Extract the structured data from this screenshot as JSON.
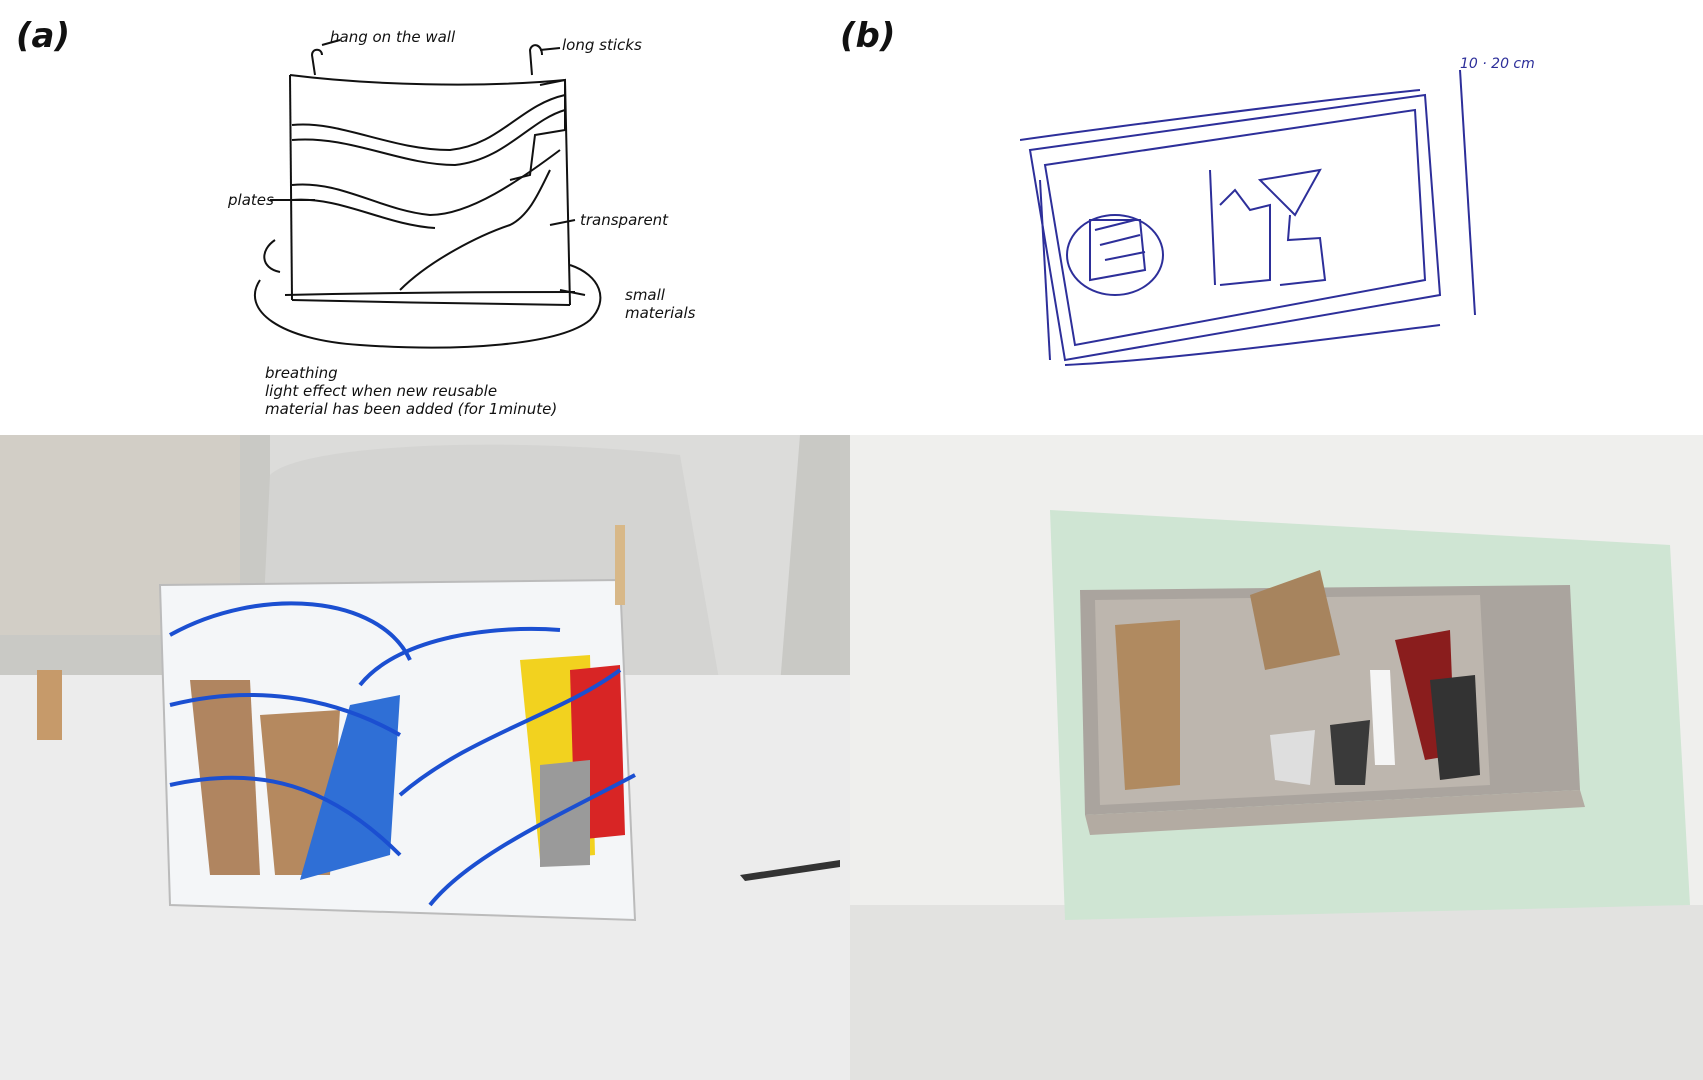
{
  "panels": {
    "a": {
      "label": "(a)",
      "sketch_notes": {
        "hang": "hang on the wall",
        "sticks": "long sticks",
        "plates": "plates",
        "transparent": "transparent",
        "small": "small",
        "materials": "materials",
        "caption_line1": "breathing",
        "caption_line2": "light effect when new reusable",
        "caption_line3": "material has been added (for 1minute)"
      }
    },
    "b": {
      "label": "(b)",
      "sketch_notes": {
        "size": "10 · 20 cm"
      }
    }
  },
  "colors": {
    "ink_black": "#111111",
    "ink_blue": "#2d2f9a",
    "model_blue": "#1b4fd1",
    "foam_green": "#cfe5d3"
  }
}
